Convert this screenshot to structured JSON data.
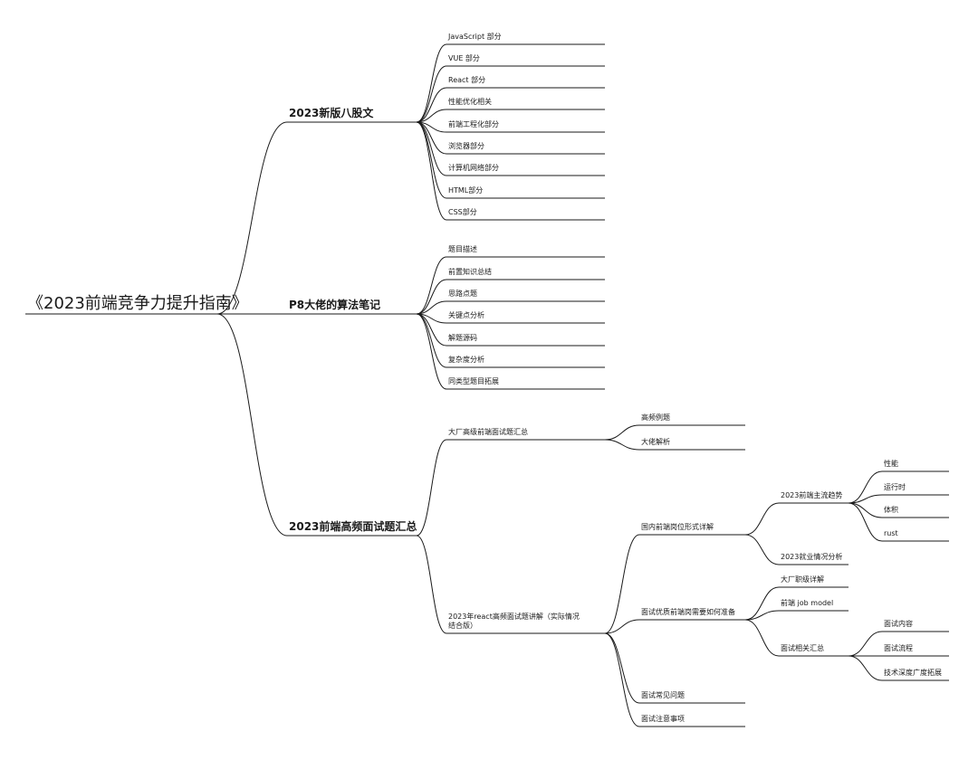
{
  "mindmap": {
    "root": "《2023前端竞争力提升指南》",
    "branches": [
      {
        "label": "2023新版八股文",
        "children": [
          {
            "label": "JavaScript 部分"
          },
          {
            "label": "VUE 部分"
          },
          {
            "label": "React 部分"
          },
          {
            "label": "性能优化相关"
          },
          {
            "label": "前端工程化部分"
          },
          {
            "label": "浏览器部分"
          },
          {
            "label": "计算机网络部分"
          },
          {
            "label": "HTML部分"
          },
          {
            "label": "CSS部分"
          }
        ]
      },
      {
        "label": "P8大佬的算法笔记",
        "children": [
          {
            "label": "题目描述"
          },
          {
            "label": "前置知识总结"
          },
          {
            "label": "思路点题"
          },
          {
            "label": "关键点分析"
          },
          {
            "label": "解题源码"
          },
          {
            "label": "复杂度分析"
          },
          {
            "label": "同类型题目拓展"
          }
        ]
      },
      {
        "label": "2023前端高频面试题汇总",
        "children": [
          {
            "label": "大厂高级前端面试题汇总",
            "children": [
              {
                "label": "高频例题"
              },
              {
                "label": "大佬解析"
              }
            ]
          },
          {
            "label": "2023年react高频面试题讲解（实际情况结合版）",
            "children": [
              {
                "label": "国内前端岗位形式详解",
                "children": [
                  {
                    "label": "2023前端主流趋势",
                    "children": [
                      {
                        "label": "性能"
                      },
                      {
                        "label": "运行时"
                      },
                      {
                        "label": "体积"
                      },
                      {
                        "label": "rust"
                      }
                    ]
                  },
                  {
                    "label": "2023就业情况分析"
                  }
                ]
              },
              {
                "label": "面试优质前端岗需要如何准备",
                "children": [
                  {
                    "label": "大厂职级详解"
                  },
                  {
                    "label": "前端 job model"
                  },
                  {
                    "label": "面试相关汇总",
                    "children": [
                      {
                        "label": "面试内容"
                      },
                      {
                        "label": "面试流程"
                      },
                      {
                        "label": "技术深度广度拓展"
                      }
                    ]
                  }
                ]
              },
              {
                "label": "面试常见问题"
              },
              {
                "label": "面试注意事项"
              }
            ]
          }
        ]
      }
    ]
  }
}
